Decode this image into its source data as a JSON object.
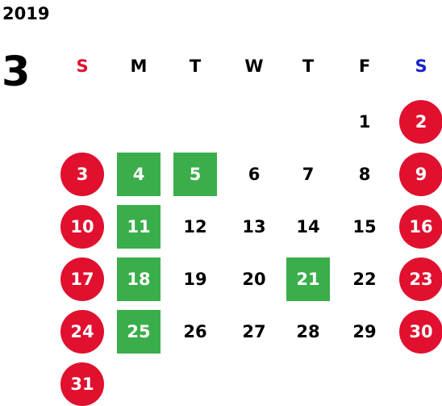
{
  "calendar": {
    "year": "2019",
    "month": "3",
    "weekdays": [
      {
        "label": "S",
        "color": "#e0102e"
      },
      {
        "label": "M",
        "color": "#000000"
      },
      {
        "label": "T",
        "color": "#000000"
      },
      {
        "label": "W",
        "color": "#000000"
      },
      {
        "label": "T",
        "color": "#000000"
      },
      {
        "label": "F",
        "color": "#000000"
      },
      {
        "label": "S",
        "color": "#1a23c8"
      }
    ],
    "weeks": [
      [
        null,
        null,
        null,
        null,
        null,
        {
          "day": "1",
          "style": "plain"
        },
        {
          "day": "2",
          "style": "sat"
        }
      ],
      [
        {
          "day": "3",
          "style": "sun"
        },
        {
          "day": "4",
          "style": "green"
        },
        {
          "day": "5",
          "style": "green"
        },
        {
          "day": "6",
          "style": "plain"
        },
        {
          "day": "7",
          "style": "plain"
        },
        {
          "day": "8",
          "style": "plain"
        },
        {
          "day": "9",
          "style": "sat"
        }
      ],
      [
        {
          "day": "10",
          "style": "sun"
        },
        {
          "day": "11",
          "style": "green"
        },
        {
          "day": "12",
          "style": "plain"
        },
        {
          "day": "13",
          "style": "plain"
        },
        {
          "day": "14",
          "style": "plain"
        },
        {
          "day": "15",
          "style": "plain"
        },
        {
          "day": "16",
          "style": "sat"
        }
      ],
      [
        {
          "day": "17",
          "style": "sun"
        },
        {
          "day": "18",
          "style": "green"
        },
        {
          "day": "19",
          "style": "plain"
        },
        {
          "day": "20",
          "style": "plain"
        },
        {
          "day": "21",
          "style": "green"
        },
        {
          "day": "22",
          "style": "plain"
        },
        {
          "day": "23",
          "style": "sat"
        }
      ],
      [
        {
          "day": "24",
          "style": "sun"
        },
        {
          "day": "25",
          "style": "green"
        },
        {
          "day": "26",
          "style": "plain"
        },
        {
          "day": "27",
          "style": "plain"
        },
        {
          "day": "28",
          "style": "plain"
        },
        {
          "day": "29",
          "style": "plain"
        },
        {
          "day": "30",
          "style": "sat"
        }
      ],
      [
        {
          "day": "31",
          "style": "sun"
        },
        null,
        null,
        null,
        null,
        null,
        null
      ]
    ]
  },
  "colors": {
    "holiday_red": "#e0102e",
    "highlight_green": "#3aae4a",
    "saturday_blue": "#1a23c8"
  }
}
